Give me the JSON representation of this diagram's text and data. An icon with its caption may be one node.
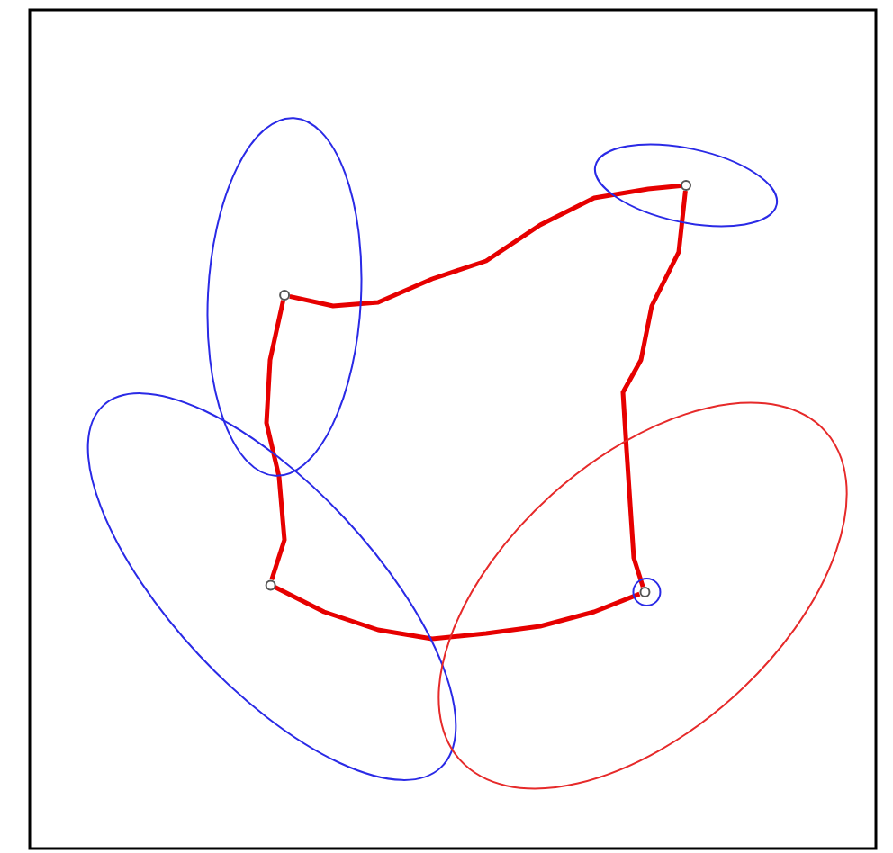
{
  "diagram": {
    "nodes": [
      {
        "text": [],
        "shape": "ellipse"
      },
      {
        "text": [],
        "shape": "ellipse"
      },
      {
        "text": [],
        "shape": "circle",
        "in": 1
      },
      {
        "text": [],
        "shape": "circle",
        "in": 0
      },
      {
        "text": [],
        "shape": "ellipse"
      },
      {
        "text": [],
        "shape": "ellipse"
      },
      {
        "text": [],
        "shape": "circle",
        "in": 5
      },
      {
        "text": [],
        "shape": "circle",
        "in": 4
      },
      {
        "text": [],
        "shape": "circle",
        "in": 6
      }
    ],
    "edges": [
      {
        "from": 3,
        "to": 2,
        "arrow": "none"
      },
      {
        "from": 2,
        "to": 8,
        "arrow": "none"
      },
      {
        "from": 8,
        "to": 7,
        "arrow": "none"
      },
      {
        "from": 7,
        "to": 3,
        "arrow": "none"
      }
    ]
  }
}
